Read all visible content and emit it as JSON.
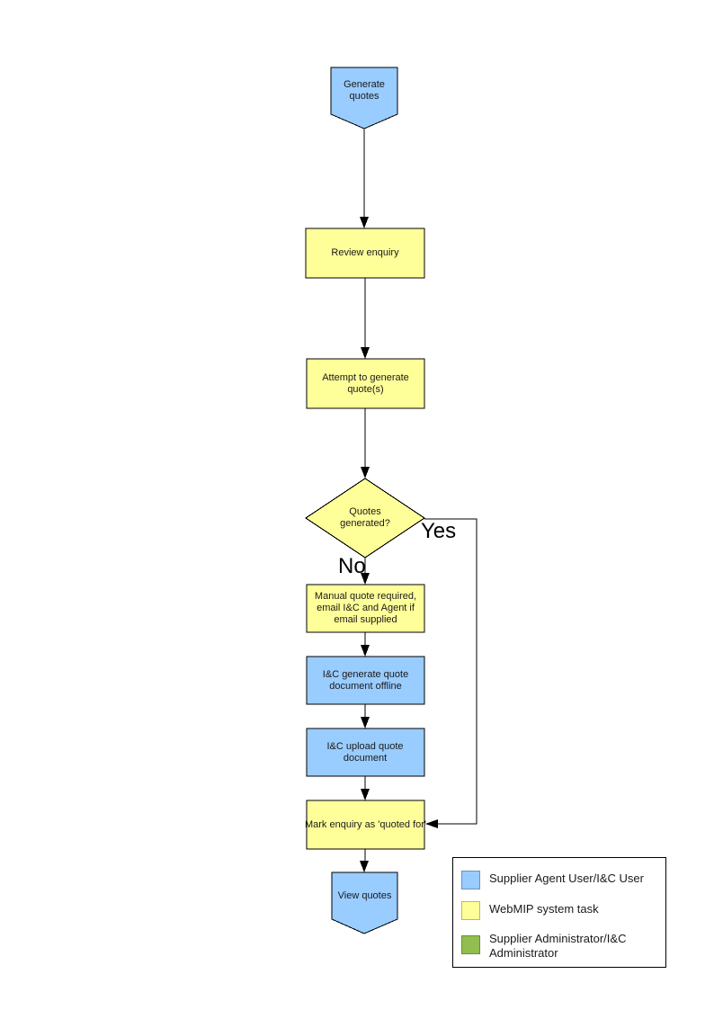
{
  "flowchart": {
    "nodes": [
      {
        "id": "start",
        "type": "pentagon-down",
        "label": "Generate quotes"
      },
      {
        "id": "review",
        "type": "process",
        "label": "Review enquiry"
      },
      {
        "id": "attempt",
        "type": "process",
        "label": "Attempt to generate quote(s)"
      },
      {
        "id": "quotes-decision",
        "type": "decision",
        "label": "Quotes generated?"
      },
      {
        "id": "manual-quote",
        "type": "process",
        "label": "Manual quote required, email I&C and Agent if email supplied"
      },
      {
        "id": "ic-generate",
        "type": "process",
        "label": "I&C generate quote document offline"
      },
      {
        "id": "ic-upload",
        "type": "process",
        "label": "I&C upload quote document"
      },
      {
        "id": "mark-enquiry",
        "type": "process",
        "label": "Mark enquiry as 'quoted for'"
      },
      {
        "id": "end",
        "type": "pentagon-down",
        "label": "View quotes"
      }
    ],
    "edge_labels": {
      "yes": "Yes",
      "no": "No"
    }
  },
  "legend": {
    "items": [
      {
        "color": "#99CCFF",
        "label": "Supplier Agent User/I&C User"
      },
      {
        "color": "#FFFF99",
        "label": "WebMIP system task"
      },
      {
        "color": "#92BE50",
        "label": "Supplier Administrator/I&C Administrator"
      }
    ]
  },
  "colors": {
    "supplier_user_fill": "#99CCFF",
    "system_task_fill": "#FFFF99",
    "admin_fill": "#92BE50",
    "stroke": "#000000"
  }
}
